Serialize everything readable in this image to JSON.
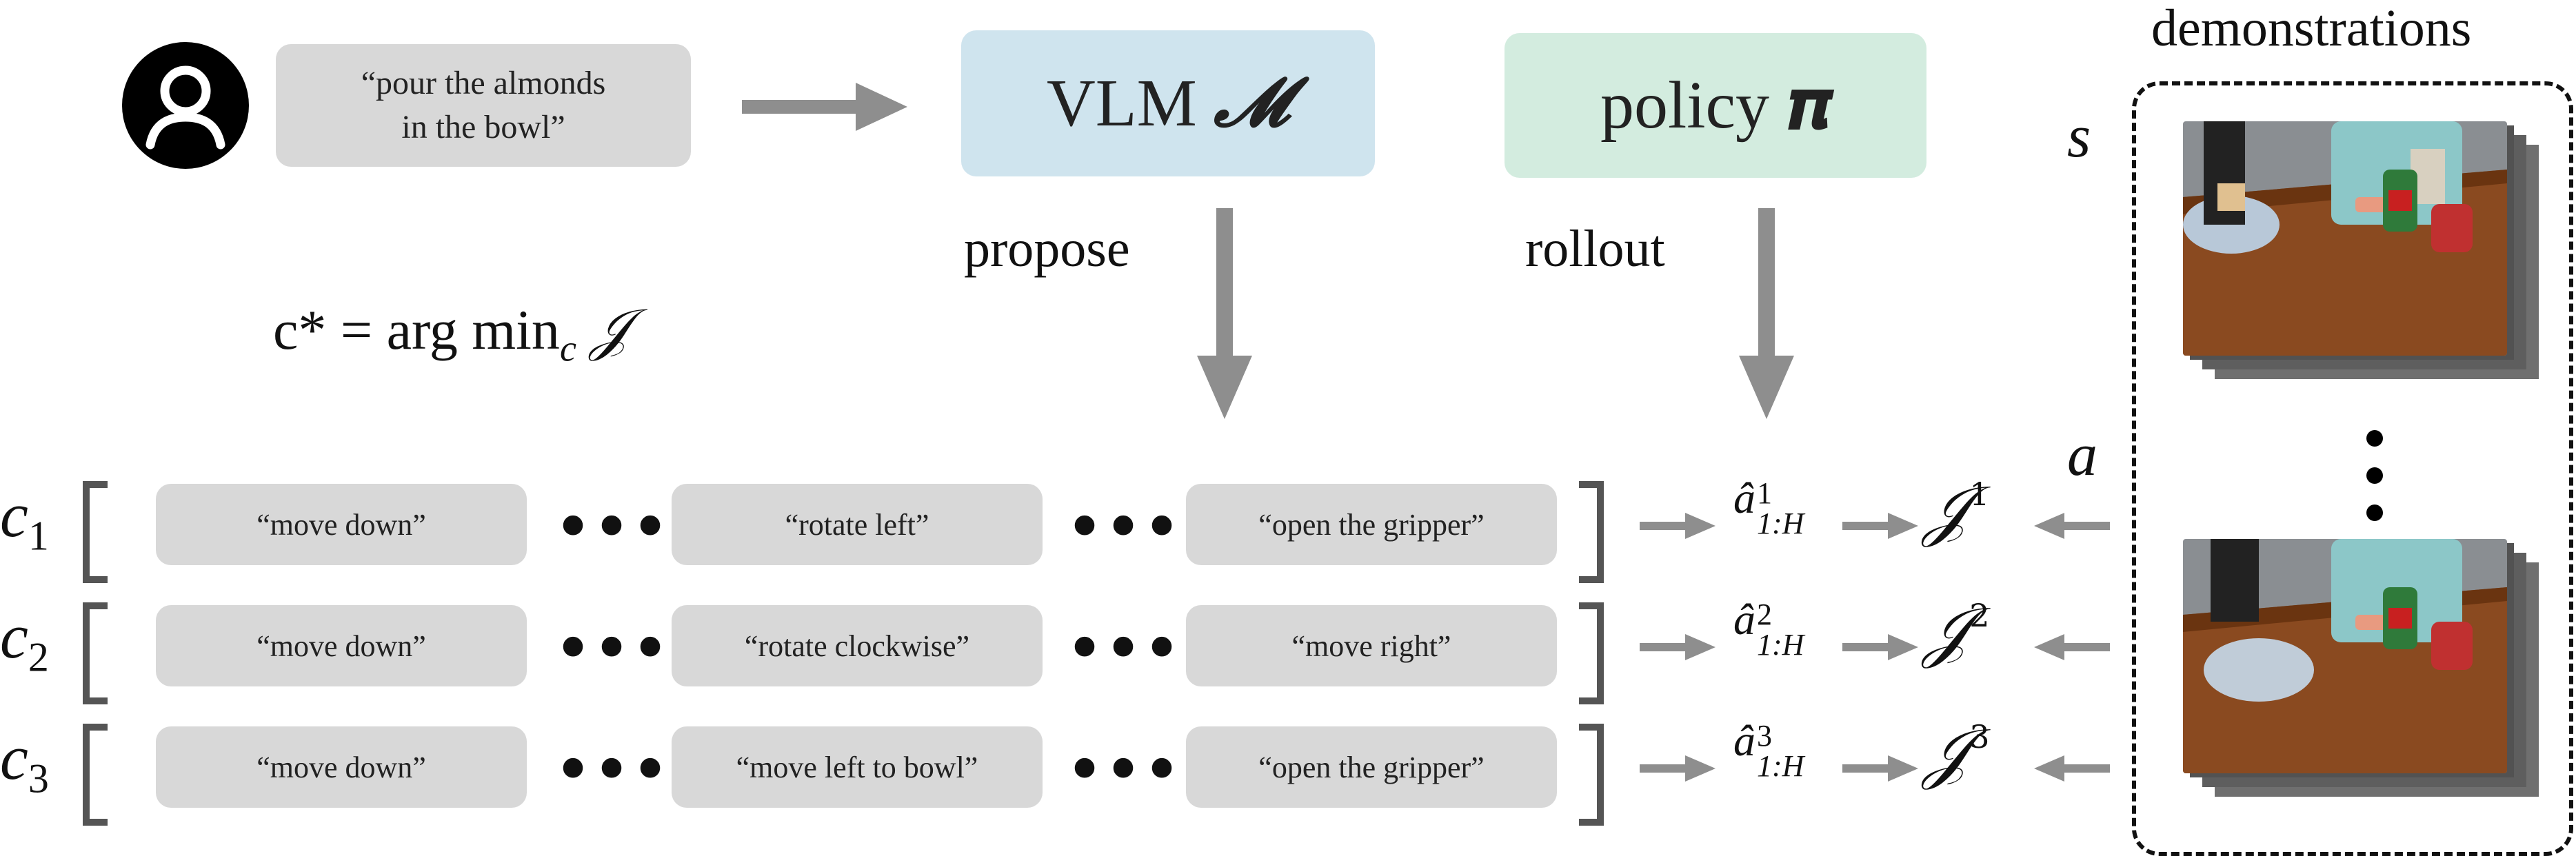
{
  "instruction": {
    "line1": "“pour the almonds",
    "line2": "in the bowl”"
  },
  "vlm": {
    "text": "VLM",
    "symbol": "𝓜"
  },
  "policy": {
    "text": "policy",
    "symbol": "𝝅"
  },
  "propose_label": "propose",
  "rollout_label": "rollout",
  "objective": {
    "lhs": "c* = arg min",
    "sub": "c",
    "rhs": "𝒥"
  },
  "demos": {
    "title": "demonstrations",
    "state_label": "s",
    "action_label": "a"
  },
  "candidates": [
    {
      "label": "c",
      "index": "1",
      "commands": [
        "“move down”",
        "“rotate left”",
        "“open the gripper”"
      ],
      "ahat_sup": "1",
      "ahat_sub": "1:H",
      "J_sup": "1"
    },
    {
      "label": "c",
      "index": "2",
      "commands": [
        "“move down”",
        "“rotate clockwise”",
        "“move right”"
      ],
      "ahat_sup": "2",
      "ahat_sub": "1:H",
      "J_sup": "2"
    },
    {
      "label": "c",
      "index": "3",
      "commands": [
        "“move down”",
        "“move left to bowl”",
        "“open the gripper”"
      ],
      "ahat_sup": "3",
      "ahat_sub": "1:H",
      "J_sup": "3"
    }
  ],
  "dots": "•••",
  "colors": {
    "vlm_box": "#cfe4ee",
    "policy_box": "#d3ecdf",
    "pill": "#d8d8d8",
    "arrow": "#8e8e8e"
  }
}
